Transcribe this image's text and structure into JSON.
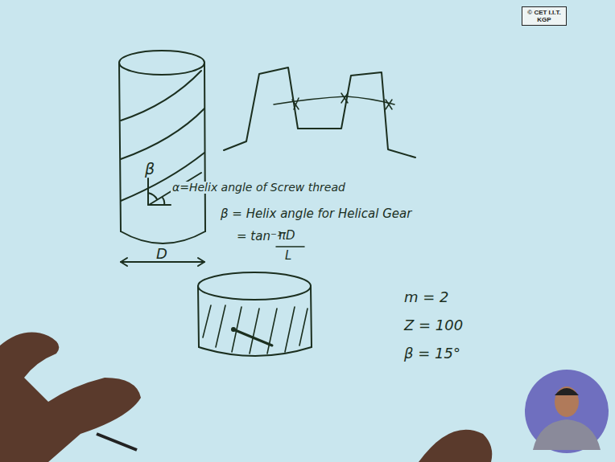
{
  "diagram": {
    "nodes": [
      {
        "text": [
          "© CET I.I.T. KGP"
        ]
      }
    ],
    "labels": [
      "β",
      "α=Helix angle of Screw thread",
      "D",
      "β = Helix angle for Helical Gear",
      "= tan⁻¹",
      "πD",
      "L",
      "m = 2",
      "Z = 100",
      "β = 15°"
    ]
  }
}
